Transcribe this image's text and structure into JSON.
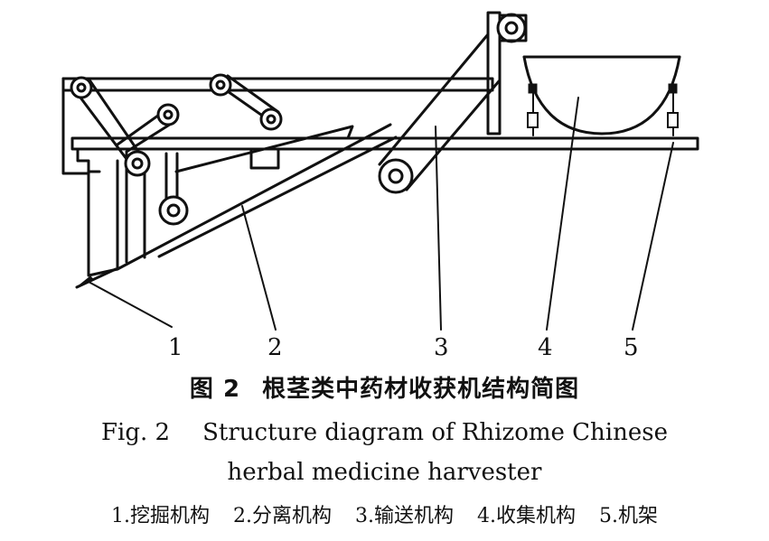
{
  "diagram": {
    "part_numbers": [
      "1",
      "2",
      "3",
      "4",
      "5"
    ]
  },
  "caption": {
    "cn_figure_no": "图 2",
    "cn_title": "根茎类中药材收获机结构简图",
    "en_figure_no": "Fig. 2",
    "en_title_line1": "Structure diagram of Rhizome Chinese",
    "en_title_line2": "herbal medicine harvester"
  },
  "legend": {
    "items": [
      "1.挖掘机构",
      "2.分离机构",
      "3.输送机构",
      "4.收集机构",
      "5.机架"
    ]
  }
}
